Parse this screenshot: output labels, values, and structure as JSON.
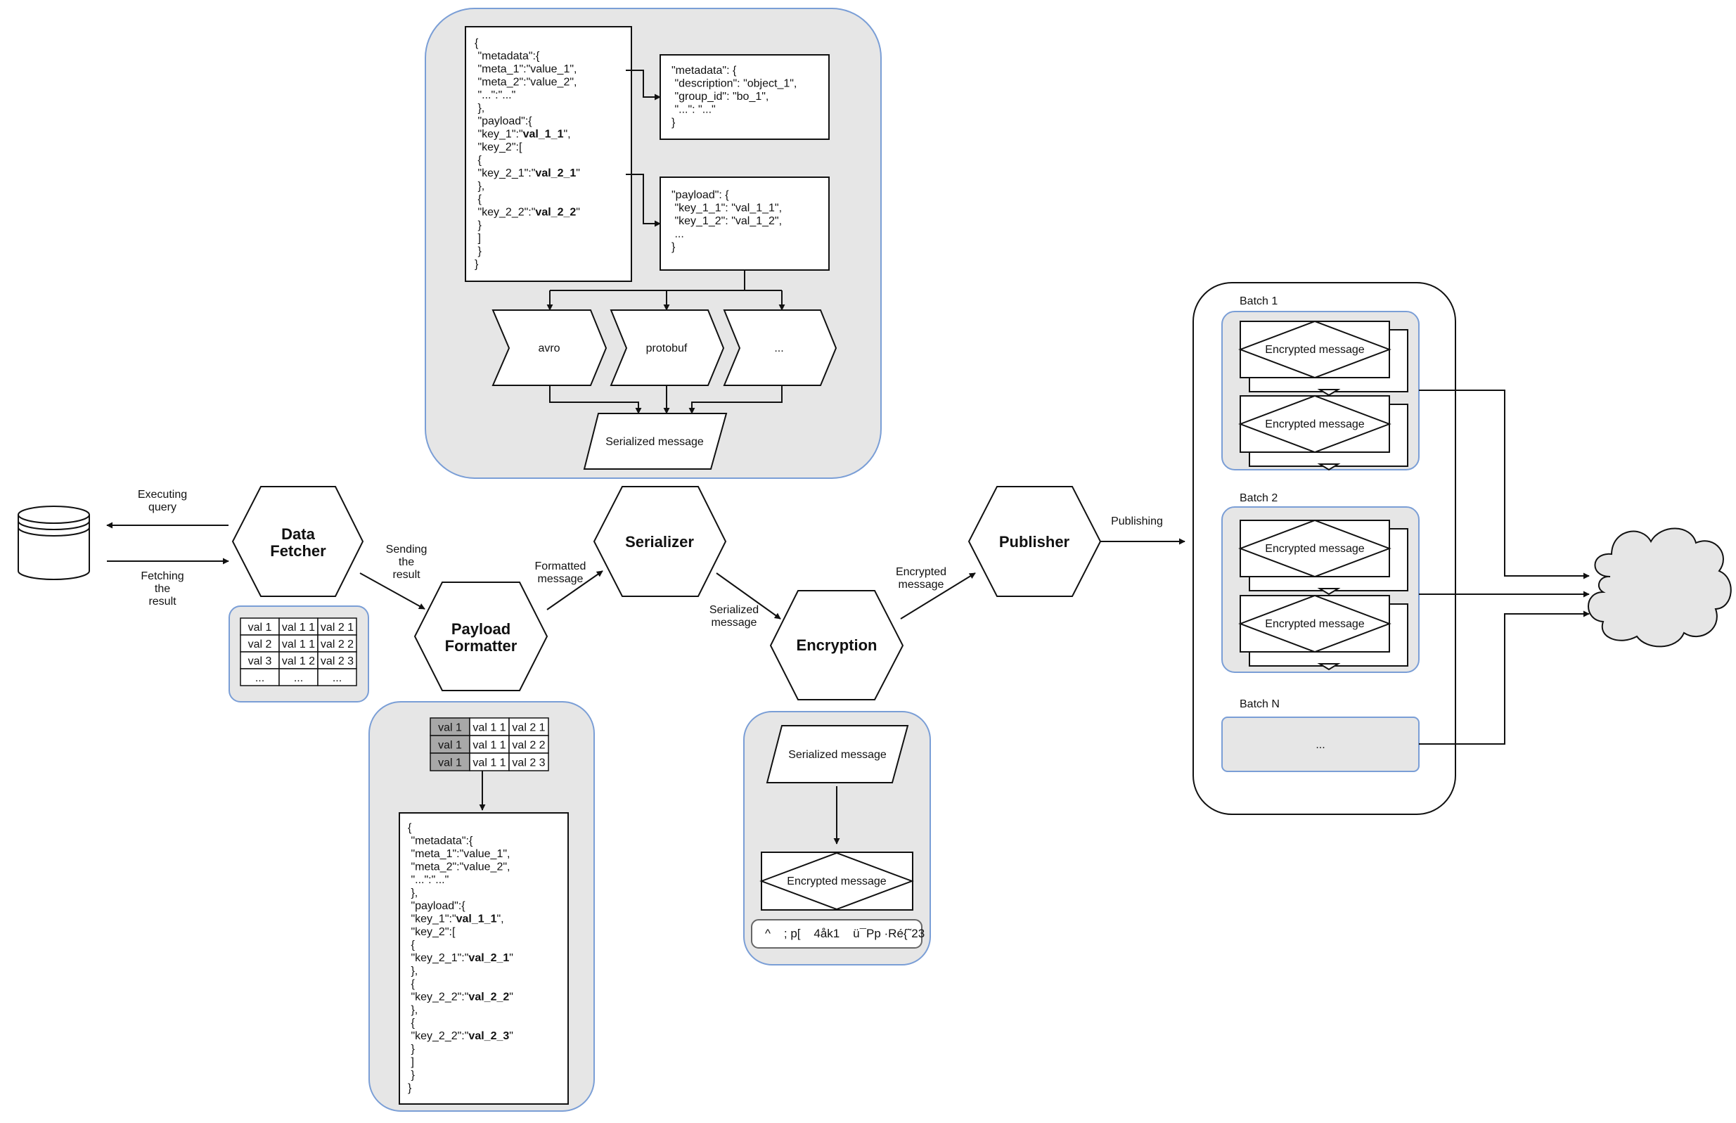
{
  "diagram": {
    "nodes": {
      "data_fetcher": [
        "Data",
        "Fetcher"
      ],
      "payload_formatter": [
        "Payload",
        "Formatter"
      ],
      "serializer": "Serializer",
      "encryption": "Encryption",
      "publisher": "Publisher",
      "avro": "avro",
      "protobuf": "protobuf",
      "other_format": "...",
      "serialized_message": "Serialized message",
      "encrypted_message": "Encrypted message"
    },
    "edges": {
      "executing_query": [
        "Executing",
        "query"
      ],
      "fetching_result": [
        "Fetching",
        "the",
        "result"
      ],
      "sending_result": [
        "Sending",
        "the",
        "result"
      ],
      "formatted_message": [
        "Formatted",
        "message"
      ],
      "serialized_message": [
        "Serialized",
        "message"
      ],
      "encrypted_message": [
        "Encrypted",
        "message"
      ],
      "publishing": "Publishing"
    },
    "fetch_table": [
      [
        "val 1",
        "val 1 1",
        "val 2 1"
      ],
      [
        "val 2",
        "val 1 1",
        "val 2 2"
      ],
      [
        "val 3",
        "val 1 2",
        "val 2 3"
      ],
      [
        "...",
        "...",
        "..."
      ]
    ],
    "format_table": [
      [
        "val 1",
        "val 1 1",
        "val 2 1"
      ],
      [
        "val 1",
        "val 1 1",
        "val 2 2"
      ],
      [
        "val 1",
        "val 1 1",
        "val 2 3"
      ]
    ],
    "serializer_input_json": [
      [
        [
          "{",
          false
        ]
      ],
      [
        [
          "  \"metadata\":{",
          false
        ]
      ],
      [
        [
          "    \"meta_1\":\"value_1\",",
          false
        ]
      ],
      [
        [
          "    \"meta_2\":\"value_2\",",
          false
        ]
      ],
      [
        [
          "    \"...\":\"...\"",
          false
        ]
      ],
      [
        [
          "  },",
          false
        ]
      ],
      [
        [
          "  \"payload\":{",
          false
        ]
      ],
      [
        [
          "    \"key_1\":\"",
          false
        ],
        [
          "val_1_1",
          true
        ],
        [
          "\",",
          false
        ]
      ],
      [
        [
          "    \"key_2\":[",
          false
        ]
      ],
      [
        [
          "      {",
          false
        ]
      ],
      [
        [
          "        \"key_2_1\":\"",
          false
        ],
        [
          "val_2_1",
          true
        ],
        [
          "\"",
          false
        ]
      ],
      [
        [
          "      },",
          false
        ]
      ],
      [
        [
          "      {",
          false
        ]
      ],
      [
        [
          "        \"key_2_2\":\"",
          false
        ],
        [
          "val_2_2",
          true
        ],
        [
          "\"",
          false
        ]
      ],
      [
        [
          "      }",
          false
        ]
      ],
      [
        [
          "    ]",
          false
        ]
      ],
      [
        [
          "  }",
          false
        ]
      ],
      [
        [
          "}",
          false
        ]
      ]
    ],
    "metadata_json": [
      "\"metadata\": {",
      "  \"description\": \"object_1\",",
      "  \"group_id\": \"bo_1\",",
      "  \"...\": \"...\"",
      "}"
    ],
    "payload_json": [
      "\"payload\": {",
      "  \"key_1_1\": \"val_1_1\",",
      "  \"key_1_2\": \"val_1_2\",",
      "  ...",
      "}"
    ],
    "formatter_output_json": [
      [
        [
          "{",
          false
        ]
      ],
      [
        [
          "  \"metadata\":{",
          false
        ]
      ],
      [
        [
          "    \"meta_1\":\"value_1\",",
          false
        ]
      ],
      [
        [
          "    \"meta_2\":\"value_2\",",
          false
        ]
      ],
      [
        [
          "    \"...\":\"...\"",
          false
        ]
      ],
      [
        [
          "  },",
          false
        ]
      ],
      [
        [
          "  \"payload\":{",
          false
        ]
      ],
      [
        [
          "    \"key_1\":\"",
          false
        ],
        [
          "val_1_1",
          true
        ],
        [
          "\",",
          false
        ]
      ],
      [
        [
          "    \"key_2\":[",
          false
        ]
      ],
      [
        [
          "      {",
          false
        ]
      ],
      [
        [
          "        \"key_2_1\":\"",
          false
        ],
        [
          "val_2_1",
          true
        ],
        [
          "\"",
          false
        ]
      ],
      [
        [
          "      },",
          false
        ]
      ],
      [
        [
          "      {",
          false
        ]
      ],
      [
        [
          "        \"key_2_2\":\"",
          false
        ],
        [
          "val_2_2",
          true
        ],
        [
          "\"",
          false
        ]
      ],
      [
        [
          "      },",
          false
        ]
      ],
      [
        [
          "      {",
          false
        ]
      ],
      [
        [
          "        \"key_2_2\":\"",
          false
        ],
        [
          "val_2_3",
          true
        ],
        [
          "\"",
          false
        ]
      ],
      [
        [
          "      }",
          false
        ]
      ],
      [
        [
          "    ]",
          false
        ]
      ],
      [
        [
          "  }",
          false
        ]
      ],
      [
        [
          "}",
          false
        ]
      ]
    ],
    "ciphertext": "^    ; p[    4åk1    ü¯Pp ·Ré{˜23",
    "batches": {
      "batch_1": "Batch 1",
      "batch_2": "Batch 2",
      "batch_n": "Batch N",
      "batch_n_content": "..."
    }
  }
}
